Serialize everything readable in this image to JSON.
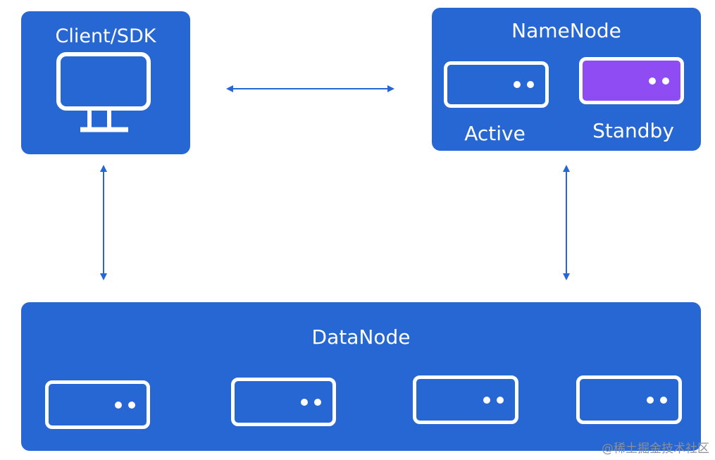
{
  "client": {
    "title": "Client/SDK",
    "icon": "monitor-icon"
  },
  "namenode": {
    "title": "NameNode",
    "active_label": "Active",
    "standby_label": "Standby"
  },
  "datanode": {
    "title": "DataNode",
    "server_count": 4
  },
  "connections": [
    {
      "from": "Client/SDK",
      "to": "NameNode",
      "type": "bidirectional"
    },
    {
      "from": "Client/SDK",
      "to": "DataNode",
      "type": "bidirectional"
    },
    {
      "from": "NameNode",
      "to": "DataNode",
      "type": "bidirectional"
    }
  ],
  "colors": {
    "panel_blue": "#2767d3",
    "standby_purple": "#8f4cf2",
    "arrow_blue": "#2767d3",
    "text_white": "#ffffff"
  },
  "watermark": "@稀土掘金技术社区"
}
